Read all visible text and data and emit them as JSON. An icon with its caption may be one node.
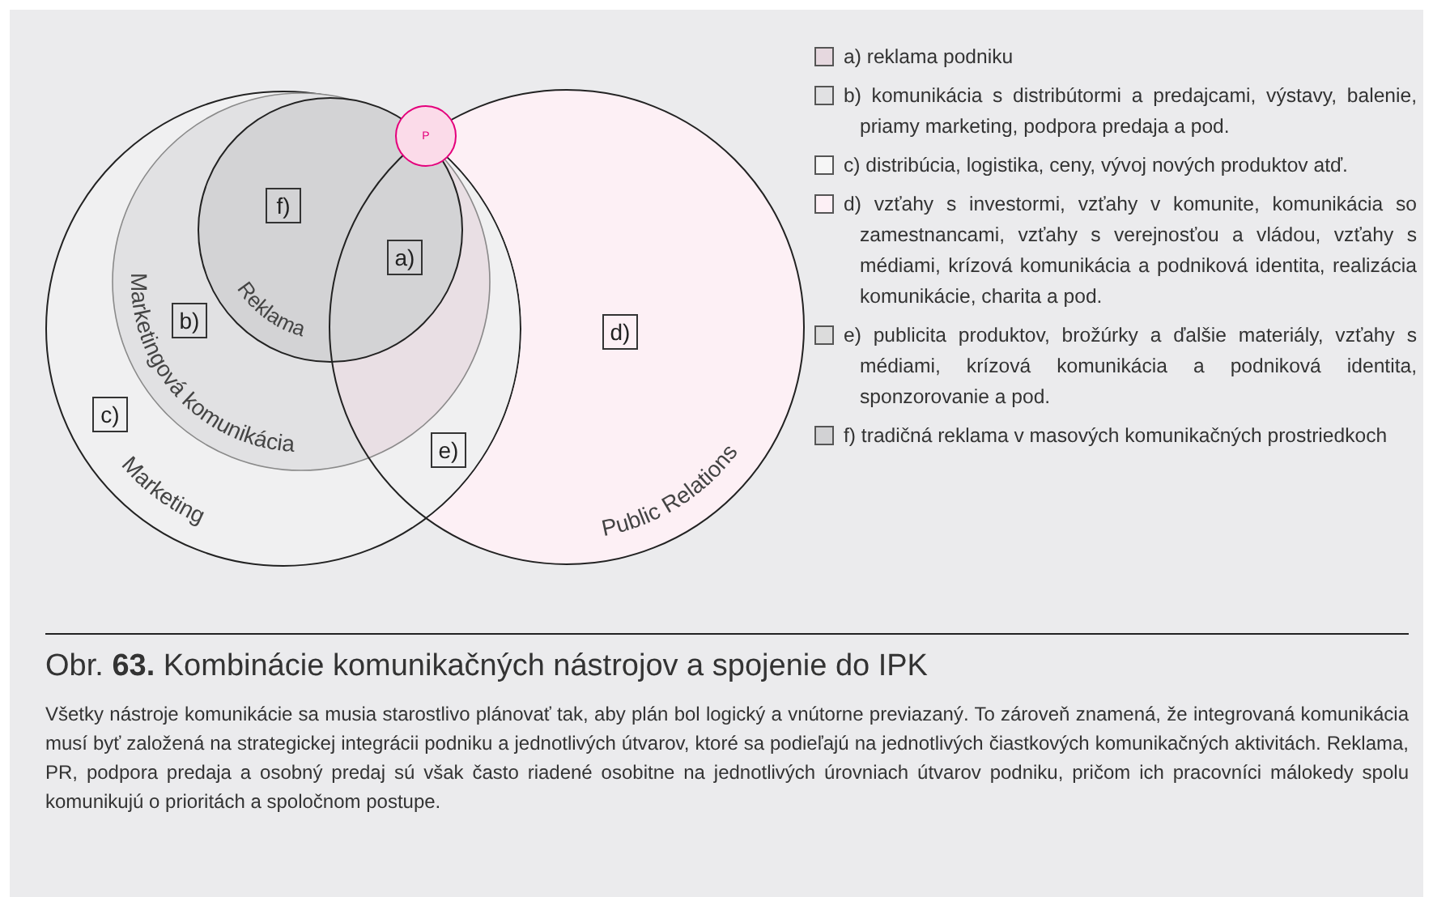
{
  "diagram": {
    "title": "Obr. **63.** Kombinácie komunikačných nástrojov a spojenie do IPK",
    "caption": "Všetky nástroje komunikácie sa musia starostlivo plánovať tak, aby plán bol logický a vnútorne previazaný. To zároveň znamená, že integrovaná komunikácia musí byť založená na strategickej integrácii podniku a jednotlivých útvarov, ktoré sa podieľajú na jednotlivých čiastkových komunikačných aktivitách. Reklama, PR, podpora predaja a osobný predaj sú však často riadené osobitne na jednotlivých úrovniach útvarov podniku, pričom ich pracovníci málokedy spolu komunikujú o prioritách a spoločnom postupe.",
    "nodes": [
      {
        "text": [
          "Marketing"
        ]
      },
      {
        "text": [
          "Marketingová komunikácia"
        ],
        "in": 0
      },
      {
        "text": [
          "Reklama"
        ],
        "in": 1
      },
      {
        "text": [
          "f)"
        ],
        "in": 2
      },
      {
        "text": [
          "a)"
        ]
      },
      {
        "text": [
          "b)"
        ],
        "in": 1
      },
      {
        "text": [
          "c)"
        ],
        "in": 0
      },
      {
        "text": [
          "Public Relations"
        ]
      },
      {
        "text": [
          "d)"
        ],
        "in": 7
      },
      {
        "text": [
          "e)"
        ]
      },
      {
        "text": [
          "P"
        ]
      }
    ],
    "legend": [
      {
        "text": "a) reklama podniku",
        "color": "#e6d8df"
      },
      {
        "text": "b) komunikácia s distribútormi a predajcami, výstavy, balenie, priamy marketing, podpora predaja a pod.",
        "color": "#e1e1e3"
      },
      {
        "text": "c) distribúcia, logistika, ceny, vývoj nových produktov atď.",
        "color": "#f6f6f6"
      },
      {
        "text": "d) vzťahy s investormi, vzťahy v komunite, komunikácia so zamestnancami, vzťahy s verejnosťou a vládou, vzťahy s médiami, krízová komunikácia a podniková identita, realizácia komunikácie, charita a pod.",
        "color": "#fdf0f5"
      },
      {
        "text": "e) publicita produktov, brožúrky a ďalšie materiály, vzťahy s médiami, krízová komunikácia a podniková identita, sponzorovanie a pod.",
        "color": "#dcdcdc"
      },
      {
        "text": "f) tradičná reklama v masových komunikačných prostriedkoch",
        "color": "#d2d2d4"
      }
    ]
  }
}
